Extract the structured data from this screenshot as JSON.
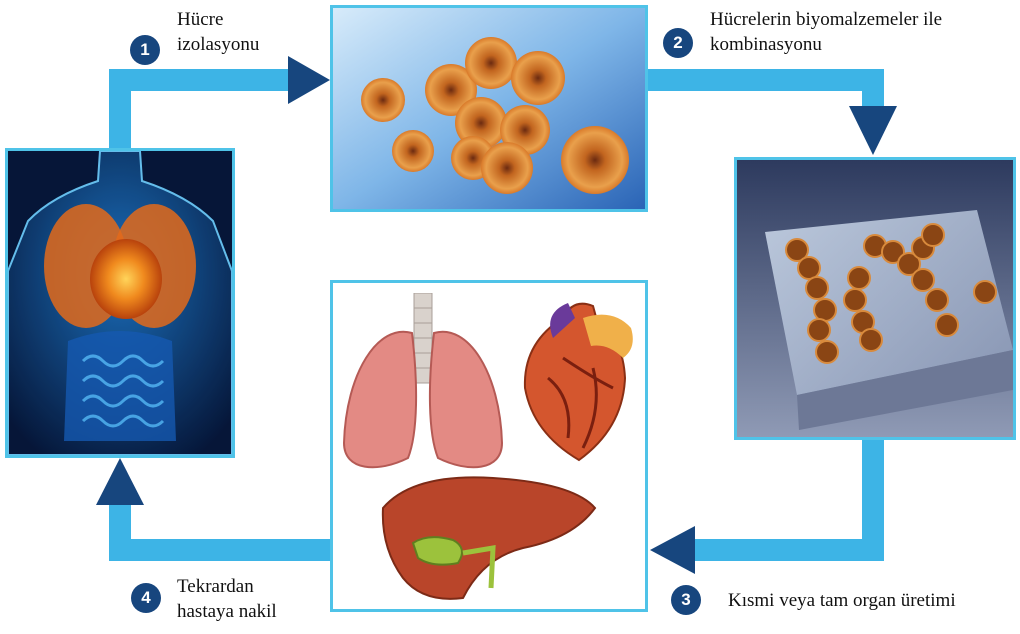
{
  "steps": [
    {
      "number": "1",
      "label_line1": "Hücre",
      "label_line2": "izolasyonu"
    },
    {
      "number": "2",
      "label_line1": "Hücrelerin biyomalzemeler ile",
      "label_line2": "kombinasyonu"
    },
    {
      "number": "3",
      "label_line1": "Kısmi veya tam organ üretimi",
      "label_line2": ""
    },
    {
      "number": "4",
      "label_line1": "Tekrardan",
      "label_line2": "hastaya nakil"
    }
  ],
  "colors": {
    "panel_border": "#4fc3e8",
    "flow_line": "#3db4e6",
    "arrow_head": "#17467e",
    "badge": "#17467e"
  },
  "icons": [
    "human-body-icon",
    "cells-icon",
    "scaffold-icon",
    "lungs-icon",
    "heart-icon",
    "liver-icon"
  ]
}
